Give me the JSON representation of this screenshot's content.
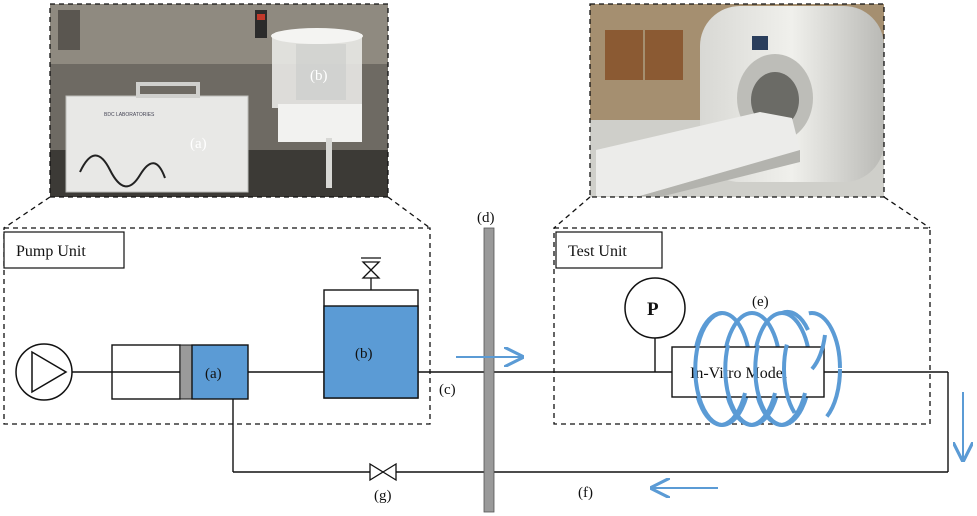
{
  "panels": {
    "pump_unit": "Pump Unit",
    "test_unit": "Test Unit"
  },
  "components": {
    "a": "(a)",
    "b": "(b)",
    "c": "(c)",
    "d": "(d)",
    "e": "(e)",
    "f": "(f)",
    "g": "(g)",
    "pressure": "P",
    "model": "In-Vitro Model"
  },
  "photos": {
    "pump_photo_label_a": "(a)",
    "pump_photo_label_b": "(b)",
    "pump_box_logo": "BDC LABORATORIES"
  },
  "colors": {
    "fluid": "#5b9bd5",
    "coil": "#5b9bd5",
    "flow_arrow": "#5b9bd5",
    "separator": "#9a9a9a",
    "pump_photo_bg": "#6e6a63",
    "mri_photo_bg": "#7a6a55"
  }
}
